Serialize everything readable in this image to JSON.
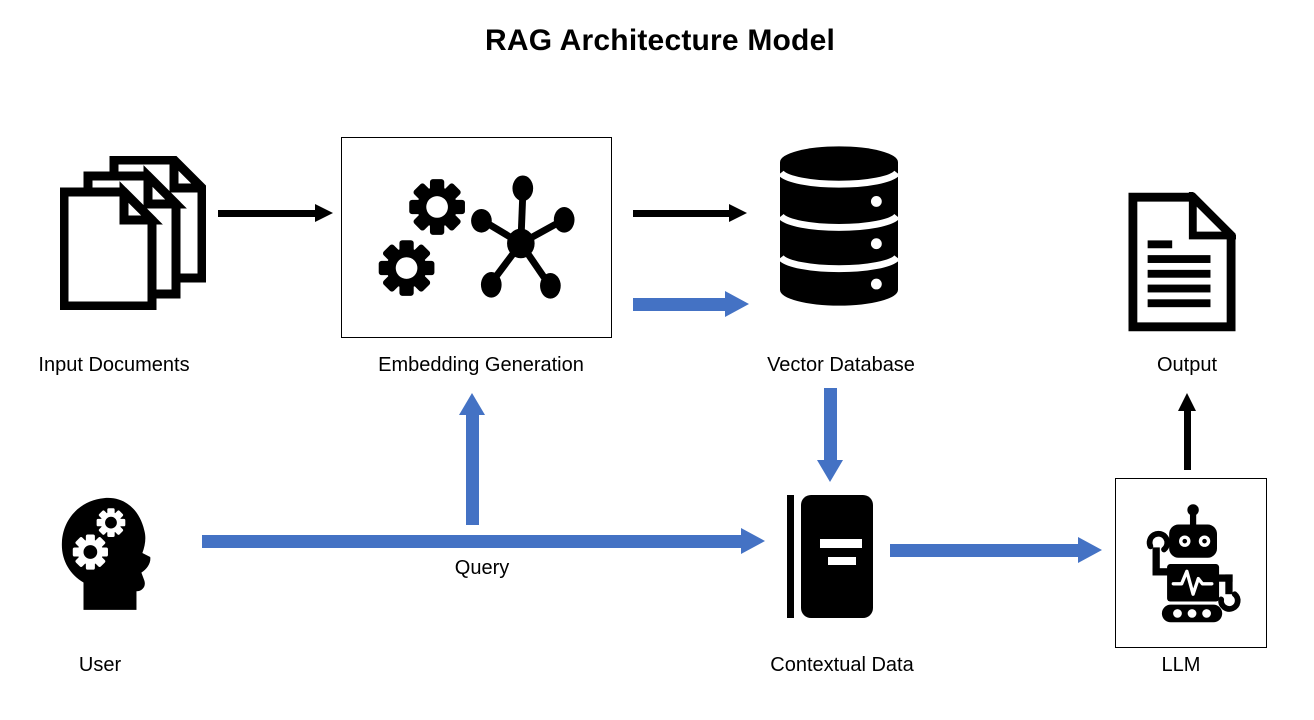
{
  "title": "RAG Architecture Model",
  "colors": {
    "arrow-blue": "#4472C4",
    "arrow-black": "#000000",
    "icon-black": "#000000",
    "background": "#FFFFFF"
  },
  "nodes": {
    "input_documents": {
      "label": "Input Documents",
      "icon": "documents-stack-icon"
    },
    "embedding_generation": {
      "label": "Embedding Generation",
      "icon": "gears-network-icon",
      "boxed": true
    },
    "vector_database": {
      "label": "Vector Database",
      "icon": "database-cylinder-icon"
    },
    "output": {
      "label": "Output",
      "icon": "document-lines-icon"
    },
    "user": {
      "label": "User",
      "icon": "head-gears-icon"
    },
    "contextual_data": {
      "label": "Contextual Data",
      "icon": "notebook-icon"
    },
    "llm": {
      "label": "LLM",
      "icon": "robot-icon",
      "boxed": true
    }
  },
  "edges": [
    {
      "from": "input_documents",
      "to": "embedding_generation",
      "color": "black",
      "label": ""
    },
    {
      "from": "embedding_generation",
      "to": "vector_database",
      "color": "black",
      "label": ""
    },
    {
      "from": "embedding_generation",
      "to": "vector_database",
      "color": "blue",
      "label": ""
    },
    {
      "from": "user",
      "to": "contextual_data",
      "color": "blue",
      "label": "Query"
    },
    {
      "from": "user_query_path",
      "to": "embedding_generation",
      "color": "blue",
      "label": ""
    },
    {
      "from": "vector_database",
      "to": "contextual_data",
      "color": "blue",
      "label": ""
    },
    {
      "from": "contextual_data",
      "to": "llm",
      "color": "blue",
      "label": ""
    },
    {
      "from": "llm",
      "to": "output",
      "color": "black",
      "label": ""
    }
  ]
}
